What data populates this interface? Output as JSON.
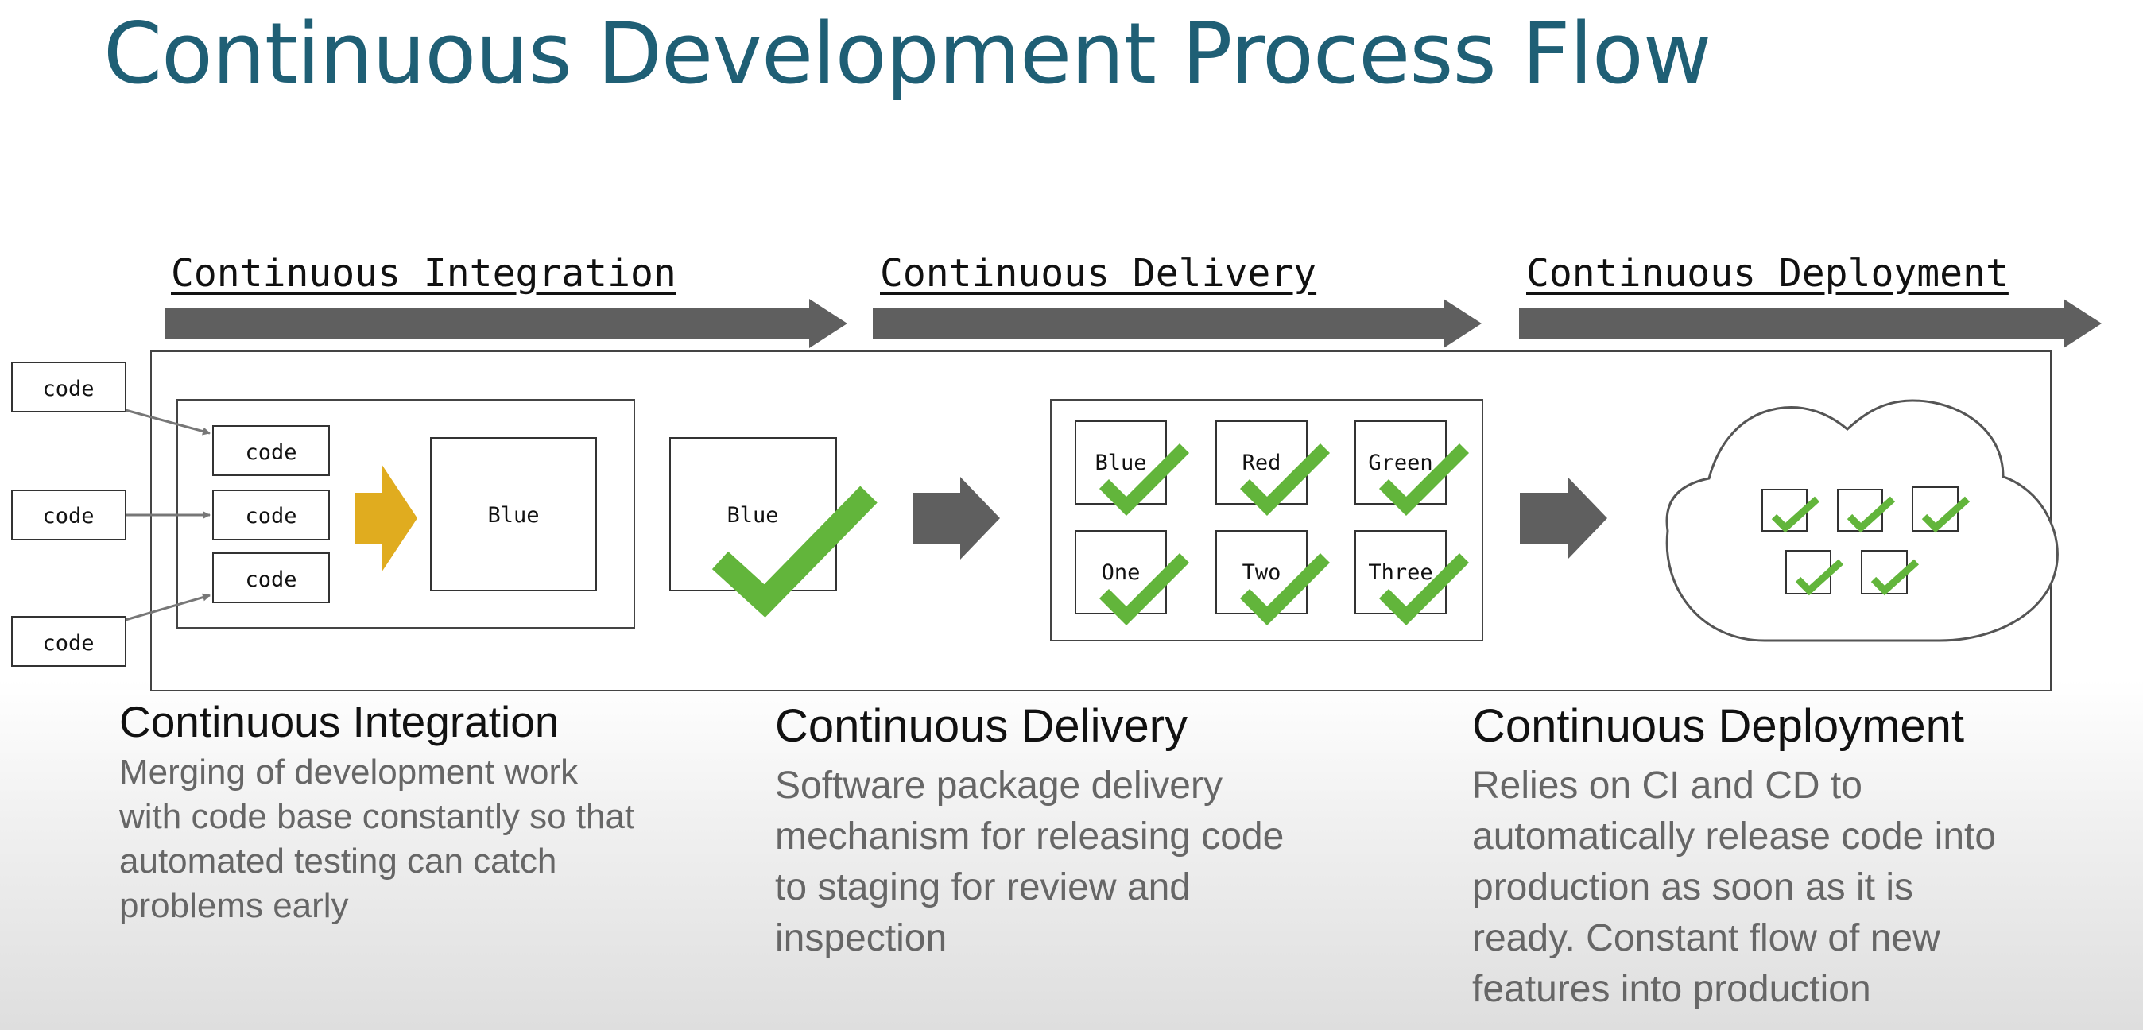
{
  "title": "Continuous Development Process Flow",
  "phases": [
    {
      "label": "Continuous Integration"
    },
    {
      "label": "Continuous Delivery"
    },
    {
      "label": "Continuous Deployment"
    }
  ],
  "ci_diagram": {
    "source_labels": [
      "code",
      "code",
      "code"
    ],
    "queue_labels": [
      "code",
      "code",
      "code"
    ],
    "build_label": "Blue",
    "verified_label": "Blue"
  },
  "delivery_grid": {
    "cells": [
      "Blue",
      "Red",
      "Green",
      "One",
      "Two",
      "Three"
    ]
  },
  "descriptions": [
    {
      "heading": "Continuous Integration",
      "lines": [
        "Merging of development work",
        "with code base constantly so that",
        "automated testing can catch",
        "problems early"
      ]
    },
    {
      "heading": "Continuous Delivery",
      "lines": [
        "Software package delivery",
        "mechanism for releasing code",
        "to staging for review and",
        "inspection"
      ]
    },
    {
      "heading": "Continuous Deployment",
      "lines": [
        "Relies on CI and CD to",
        "automatically release code into",
        "production as soon as it is",
        "ready. Constant flow of new",
        "features into production"
      ]
    }
  ],
  "colors": {
    "title": "#1f5f75",
    "phase_arrow": "#5f5f5f",
    "merge_arrow": "#e0ac1f",
    "checkmark": "#62b53b",
    "box_border": "#444444"
  },
  "icons": {
    "checkmark": "check-icon",
    "cloud": "cloud-icon",
    "arrow": "arrow-right-icon"
  }
}
